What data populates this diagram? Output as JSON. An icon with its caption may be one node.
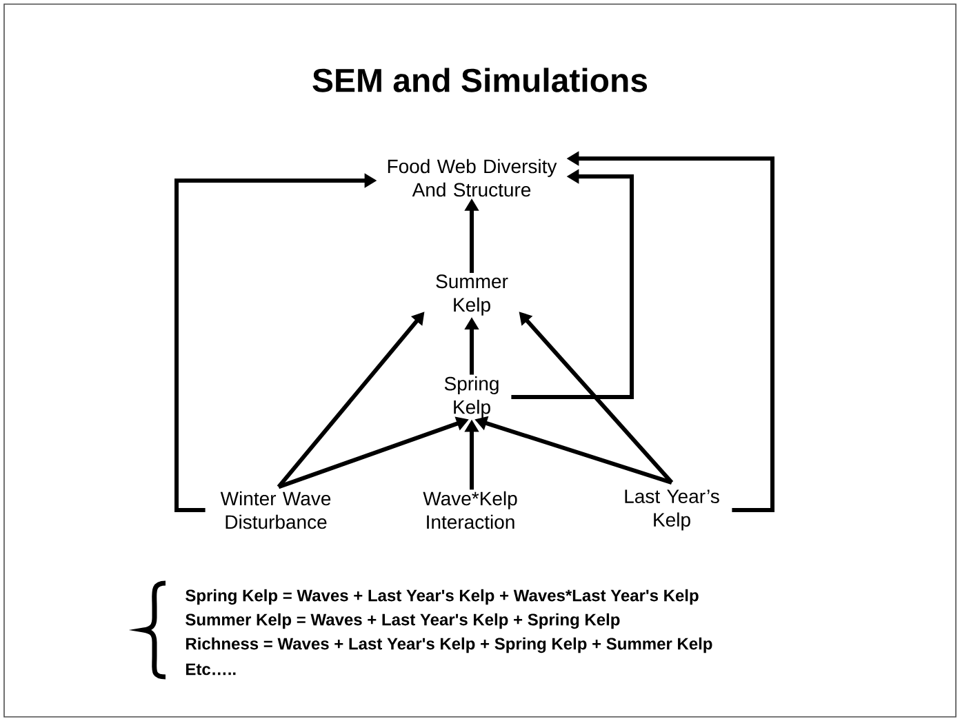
{
  "diagram": {
    "title": "SEM and Simulations",
    "nodes": [
      {
        "text": [
          "Food Web Diversity And Structure"
        ]
      },
      {
        "text": [
          "Summer Kelp"
        ]
      },
      {
        "text": [
          "Spring Kelp"
        ]
      },
      {
        "text": [
          "Winter Wave Disturbance"
        ]
      },
      {
        "text": [
          "Wave*Kelp Interaction"
        ]
      },
      {
        "text": [
          "Last Year’s Kelp"
        ]
      }
    ],
    "edges": [
      {
        "from": 1,
        "to": 0,
        "arrow": "to"
      },
      {
        "from": 2,
        "to": 1,
        "arrow": "to"
      },
      {
        "from": 3,
        "to": 1,
        "arrow": "to"
      },
      {
        "from": 3,
        "to": 2,
        "arrow": "to"
      },
      {
        "from": 4,
        "to": 2,
        "arrow": "to"
      },
      {
        "from": 5,
        "to": 2,
        "arrow": "to"
      },
      {
        "from": 5,
        "to": 1,
        "arrow": "to"
      },
      {
        "from": 2,
        "to": 0,
        "arrow": "to"
      },
      {
        "from": 3,
        "to": 0,
        "arrow": "to"
      },
      {
        "from": 5,
        "to": 0,
        "arrow": "to"
      }
    ],
    "labels": [
      "Spring Kelp = Waves + Last Year's Kelp + Waves*Last Year's Kelp",
      "Summer Kelp = Waves + Last Year's Kelp + Spring Kelp",
      "Richness = Waves + Last Year's Kelp + Spring Kelp + Summer Kelp",
      "Etc….."
    ]
  }
}
